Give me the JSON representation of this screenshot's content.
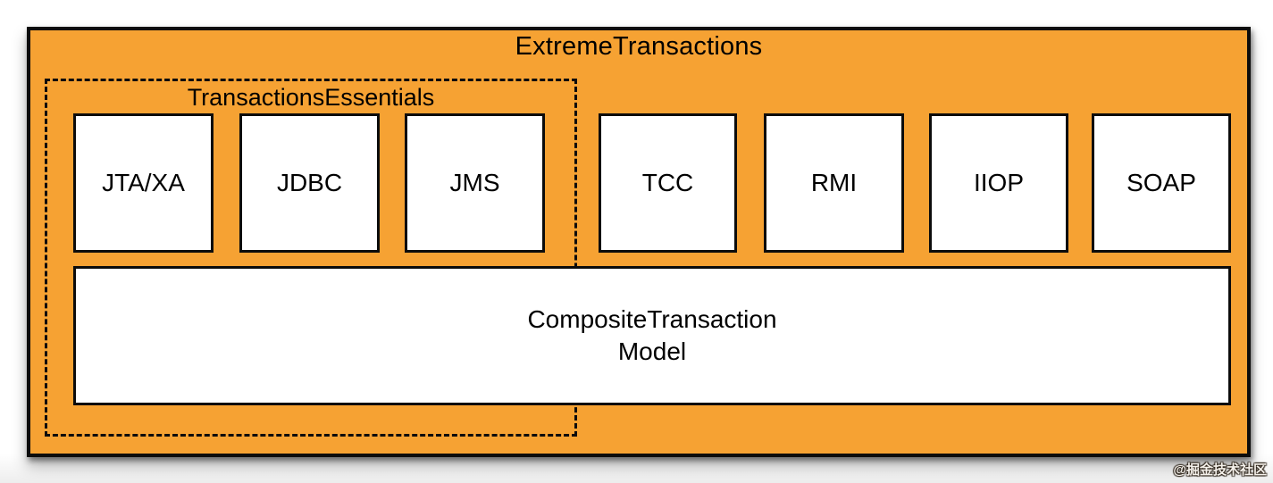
{
  "colors": {
    "container_fill": "#F6A233",
    "border": "#0c0c0c",
    "module_fill": "#ffffff"
  },
  "diagram": {
    "outer_container": {
      "title": "ExtremeTransactions"
    },
    "dashed_group": {
      "title": "TransactionsEssentials",
      "modules": [
        {
          "label": "JTA/XA"
        },
        {
          "label": "JDBC"
        },
        {
          "label": "JMS"
        }
      ]
    },
    "outer_modules": [
      {
        "label": "TCC"
      },
      {
        "label": "RMI"
      },
      {
        "label": "IIOP"
      },
      {
        "label": "SOAP"
      }
    ],
    "composite_module": {
      "line1": "CompositeTransaction",
      "line2": "Model"
    }
  },
  "watermark": {
    "text": "@掘金技术社区"
  }
}
